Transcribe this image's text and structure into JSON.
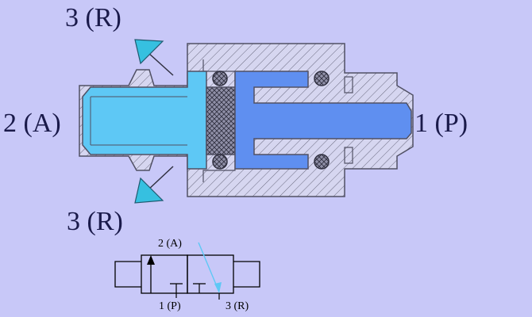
{
  "diagram": {
    "ports": {
      "exhaust_top": "3 (R)",
      "outlet": "2 (A)",
      "inlet": "1 (P)",
      "exhaust_bottom": "3 (R)"
    },
    "symbol": {
      "port_a": "2 (A)",
      "port_p": "1 (P)",
      "port_r": "3 (R)"
    },
    "colors": {
      "background": "#c8c8f8",
      "outlet_passage": "#5ec8f5",
      "inlet_passage": "#5f8ff0",
      "body_hatch": "#d0d0ee",
      "outline": "#505064",
      "exhaust_arrow": "#36c0e0",
      "symbol_flow_arrow": "#5ec8f5"
    }
  }
}
